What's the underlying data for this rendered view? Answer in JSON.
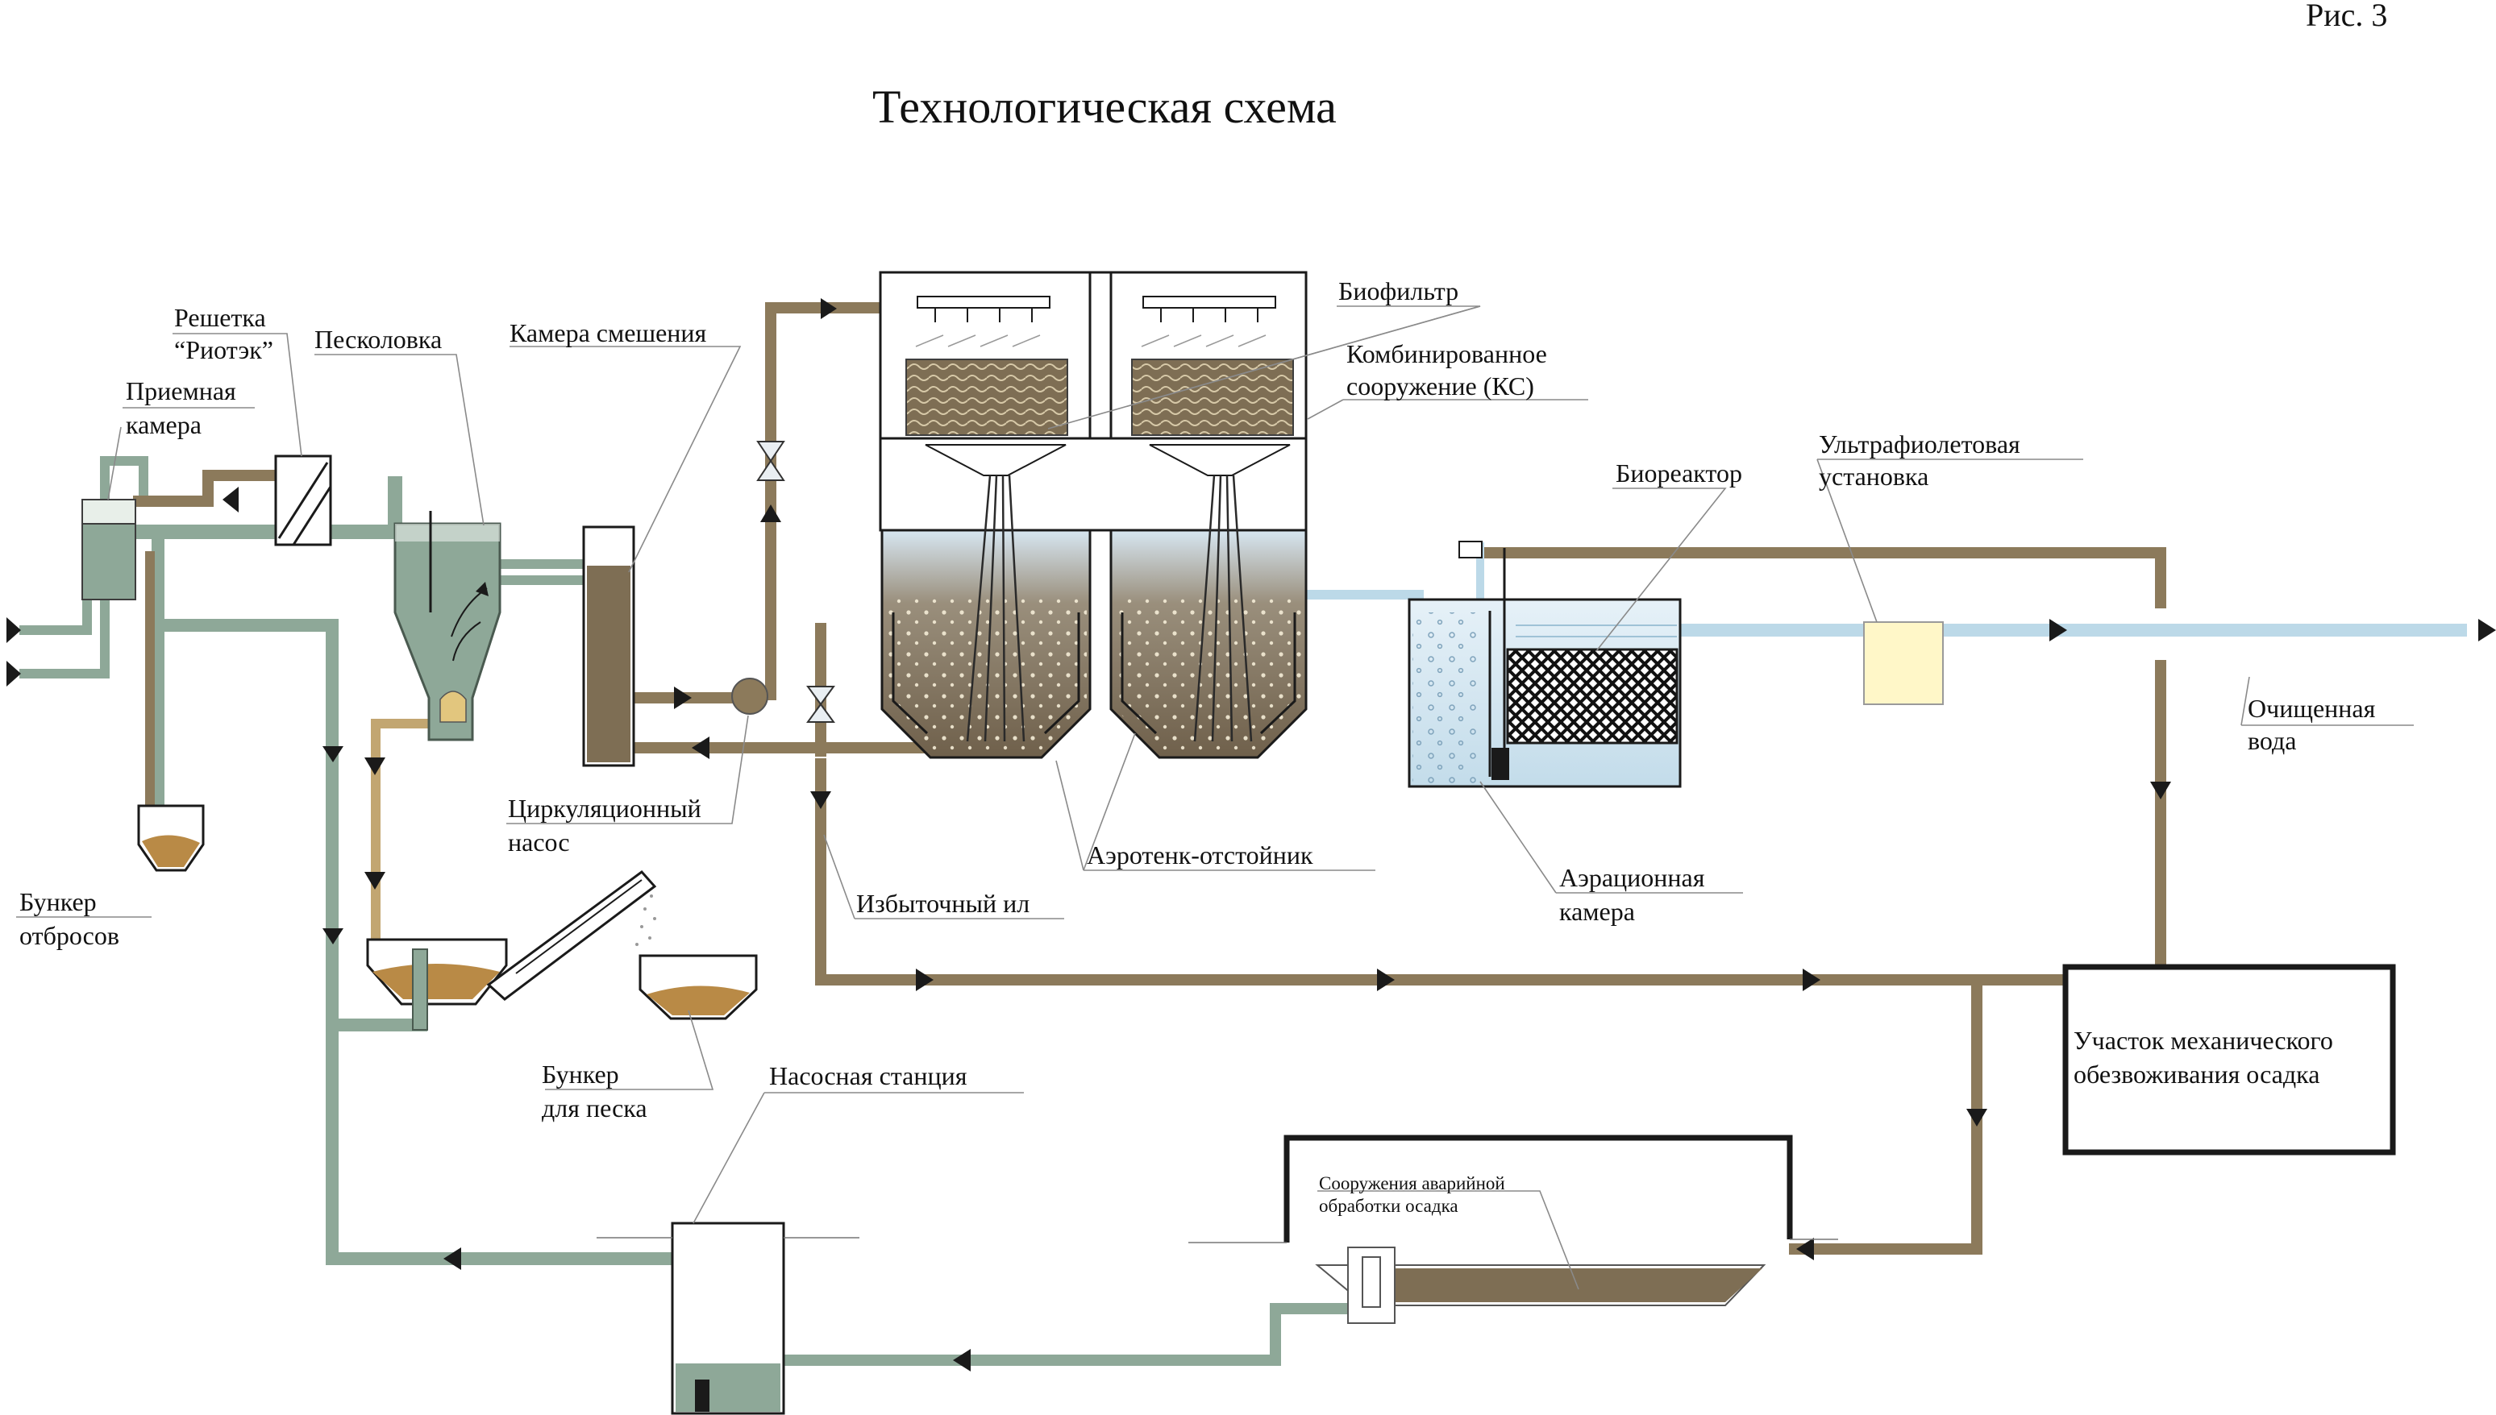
{
  "figure_number": "Рис. 3",
  "title": "Технологическая схема",
  "labels": {
    "screen_line1": "Решетка",
    "screen_line2": "“Риотэк”",
    "receiving_line1": "Приемная",
    "receiving_line2": "камера",
    "sand_trap": "Песколовка",
    "mixing_chamber": "Камера смешения",
    "biofilter": "Биофильтр",
    "combined_line1": "Комбинированное",
    "combined_line2": "сооружение (КС)",
    "bioreactor": "Биореактор",
    "uv_line1": "Ультрафиолетовая",
    "uv_line2": "установка",
    "clean_line1": "Очищенная",
    "clean_line2": "вода",
    "circ_line1": "Циркуляционный",
    "circ_line2": "насос",
    "aerotank": "Аэротенк-отстойник",
    "excess_sludge": "Избыточный ил",
    "aeration_line1": "Аэрационная",
    "aeration_line2": "камера",
    "waste_line1": "Бункер",
    "waste_line2": "отбросов",
    "sand_bunker_line1": "Бункер",
    "sand_bunker_line2": "для песка",
    "pump_station": "Насосная станция",
    "dewatering_line1": "Участок механического",
    "dewatering_line2": "обезвоживания осадка",
    "emergency_line1": "Сооружения аварийной",
    "emergency_line2": "обработки осадка"
  },
  "colors": {
    "wastewater_pipe": "#8ea898",
    "sludge_pipe": "#8c7a5b",
    "sand_pipe": "#c2a671",
    "clean_water_pipe": "#bcd9e8",
    "sludge_fill": "#7e6e54",
    "sand_fill": "#b98a46",
    "uv_unit": "#fff7c8",
    "outline": "#1a1a1a"
  }
}
